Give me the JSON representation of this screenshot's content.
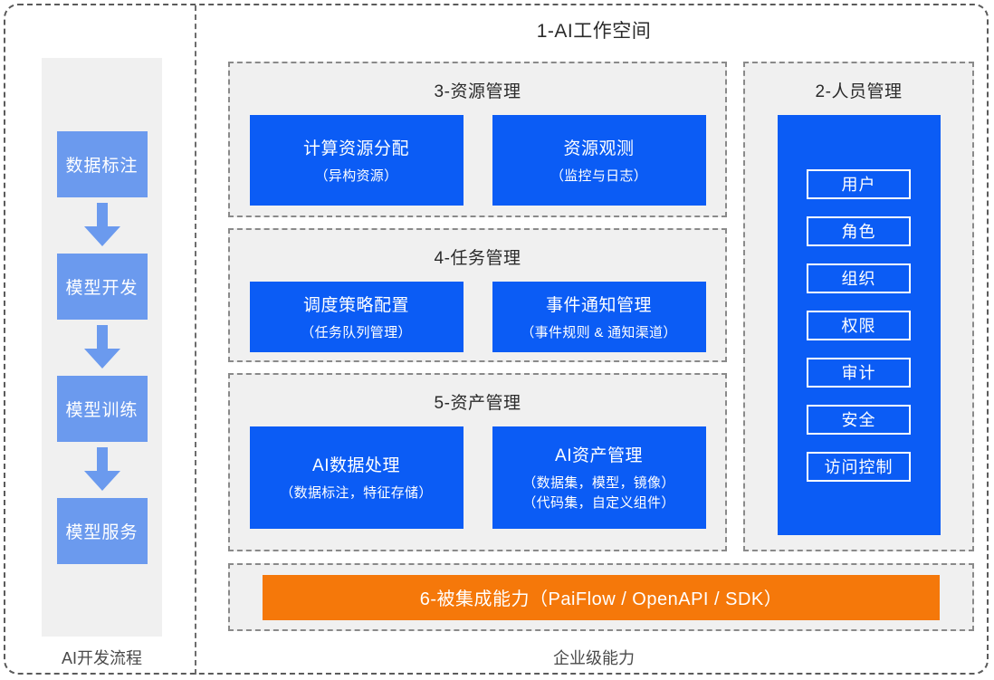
{
  "diagram": {
    "left_column": {
      "footer_label": "AI开发流程",
      "nodes": [
        {
          "label": "数据标注"
        },
        {
          "label": "模型开发"
        },
        {
          "label": "模型训练"
        },
        {
          "label": "模型服务"
        }
      ],
      "arrow_icon": "down-arrow-icon"
    },
    "workspace": {
      "title": "1-AI工作空间",
      "footer_label": "企业级能力",
      "sections": [
        {
          "id": "resource",
          "title": "3-资源管理",
          "cards": [
            {
              "title": "计算资源分配",
              "subtitle": "（异构资源）"
            },
            {
              "title": "资源观测",
              "subtitle": "（监控与日志）"
            }
          ]
        },
        {
          "id": "task",
          "title": "4-任务管理",
          "cards": [
            {
              "title": "调度策略配置",
              "subtitle": "（任务队列管理）"
            },
            {
              "title": "事件通知管理",
              "subtitle": "（事件规则 & 通知渠道）"
            }
          ]
        },
        {
          "id": "asset",
          "title": "5-资产管理",
          "cards": [
            {
              "title": "AI数据处理",
              "subtitle": "（数据标注，特征存储）"
            },
            {
              "title": "AI资产管理",
              "subtitle_line1": "（数据集，模型，镜像）",
              "subtitle_line2": "（代码集，自定义组件）"
            }
          ]
        }
      ],
      "people": {
        "title": "2-人员管理",
        "items": [
          {
            "label": "用户"
          },
          {
            "label": "角色"
          },
          {
            "label": "组织"
          },
          {
            "label": "权限"
          },
          {
            "label": "审计"
          },
          {
            "label": "安全"
          },
          {
            "label": "访问控制"
          }
        ]
      },
      "integration": {
        "label": "6-被集成能力（PaiFlow / OpenAPI / SDK）"
      }
    },
    "colors": {
      "primary_blue": "#0b5cf5",
      "light_blue": "#6b9aee",
      "orange": "#f5780a",
      "panel_gray": "#f0f0f0",
      "dash_border": "#8a8a8a",
      "text_dark": "#2b2b2b"
    }
  }
}
